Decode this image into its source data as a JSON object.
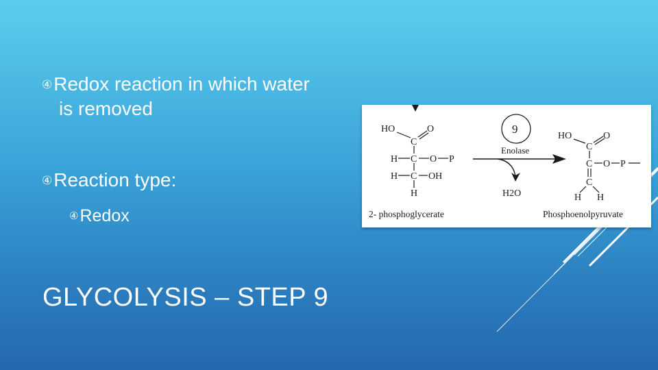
{
  "slide": {
    "bullets": [
      {
        "line1": "Redox reaction in which water",
        "line2": "is removed"
      },
      {
        "line1": "Reaction type:"
      }
    ],
    "sub_bullets": [
      "Redox"
    ],
    "title": "GLYCOLYSIS – STEP 9",
    "bullet_icon": "circled-digit-4"
  },
  "diagram": {
    "step_number": "9",
    "enzyme": "Enolase",
    "water_product": "H2O",
    "substrate_label": "2- phosphoglycerate",
    "product_label": "Phosphoenolpyruvate",
    "substrate_atoms": {
      "ho": "HO",
      "o_top": "O",
      "c1": "C",
      "h2": "H",
      "c2": "C",
      "o2": "O",
      "p2": "P",
      "h3": "H",
      "c3": "C",
      "oh3": "OH",
      "h_bottom": "H"
    },
    "product_atoms": {
      "ho": "HO",
      "o_top": "O",
      "c1": "C",
      "c2": "C",
      "o2": "O",
      "p2": "P",
      "c3": "C",
      "h_left": "H",
      "h_right": "H"
    }
  }
}
